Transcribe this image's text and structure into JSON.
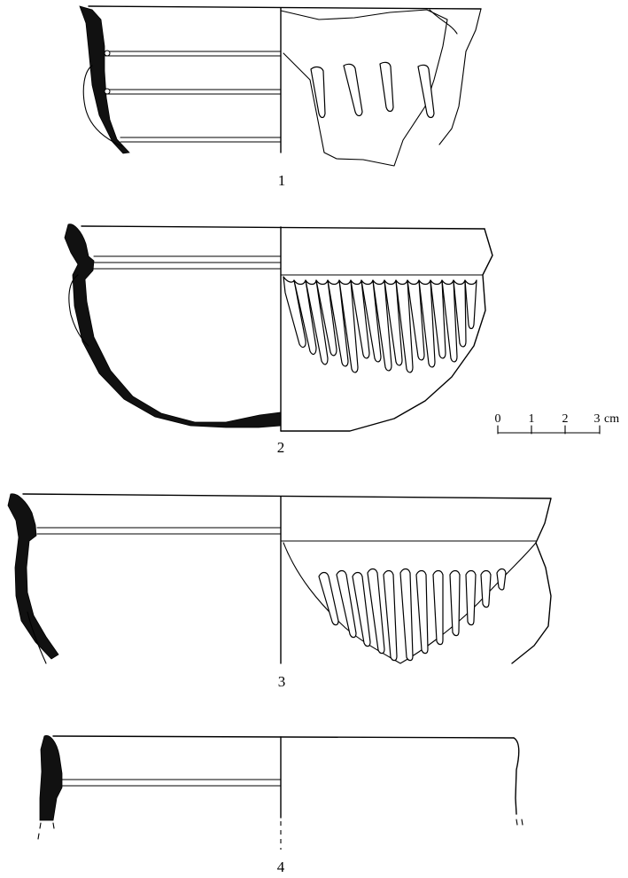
{
  "figures": [
    {
      "id": "1",
      "label": "1"
    },
    {
      "id": "2",
      "label": "2"
    },
    {
      "id": "3",
      "label": "3"
    },
    {
      "id": "4",
      "label": "4"
    }
  ],
  "scale_bar": {
    "ticks": [
      {
        "value": 0,
        "label": "0"
      },
      {
        "value": 1,
        "label": "1"
      },
      {
        "value": 2,
        "label": "2"
      },
      {
        "value": 3,
        "label": "3"
      }
    ],
    "unit": "cm"
  }
}
